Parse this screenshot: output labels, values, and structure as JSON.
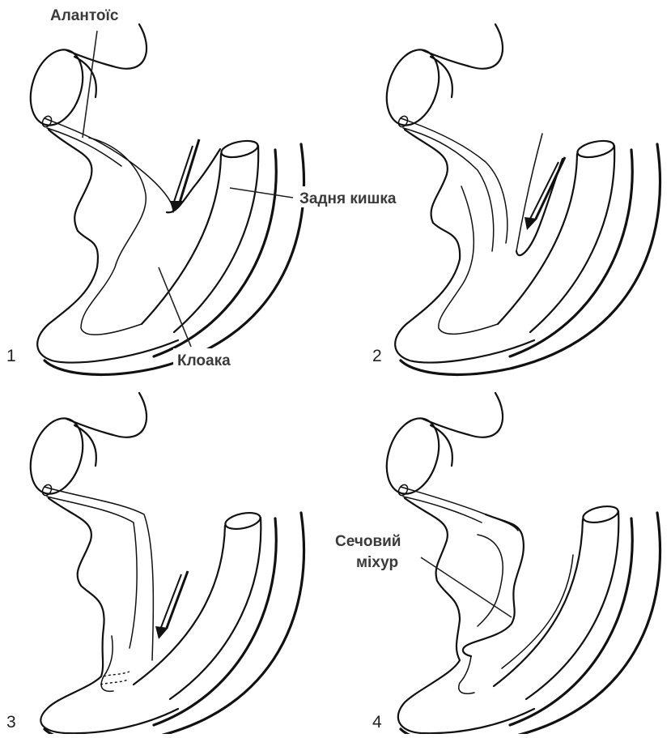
{
  "figure": {
    "panels": [
      {
        "id": "1",
        "number": "1"
      },
      {
        "id": "2",
        "number": "2"
      },
      {
        "id": "3",
        "number": "3"
      },
      {
        "id": "4",
        "number": "4"
      }
    ],
    "labels": {
      "allantois": "Алантоїс",
      "hindgut": "Задня кишка",
      "cloaca": "Клоака",
      "bladder_line1": "Сечовий",
      "bladder_line2": "міхур"
    },
    "colors": {
      "line": "#111111",
      "label": "#3a3a3a",
      "background": "#ffffff"
    },
    "icons": [
      "growth-direction-arrow-icon"
    ]
  }
}
